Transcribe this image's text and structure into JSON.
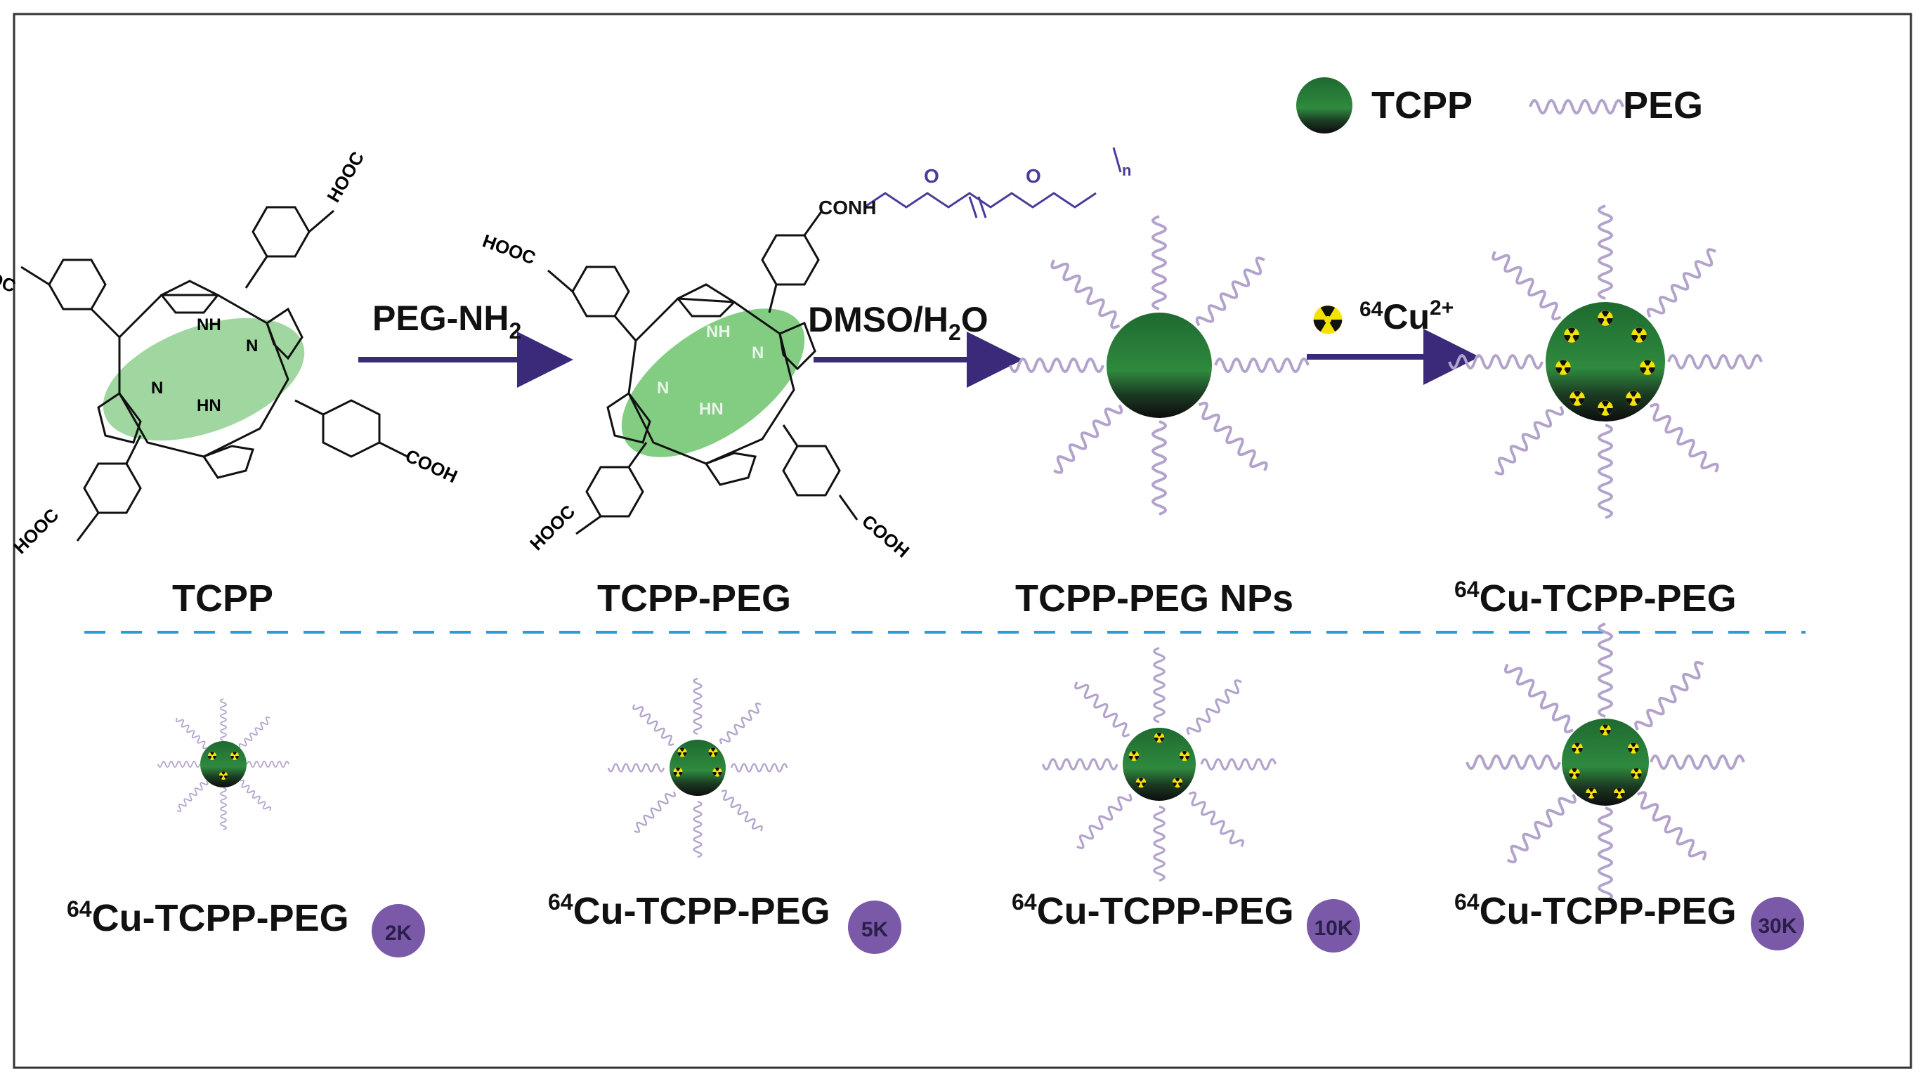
{
  "colors": {
    "frame": "#333333",
    "arrow": "#3b2a7a",
    "peg": "#b3a3cc",
    "tcpp_top": "#2f8a3e",
    "tcpp_bottom": "#111111",
    "porphyrin_highlight": "#8fd08f",
    "badge": "#7a5aa8",
    "dash": "#2a9bd4",
    "chain": "#4a3a9a"
  },
  "legend": {
    "tcpp_label": "TCPP",
    "peg_label": "PEG",
    "tcpp_icon": "green-sphere-icon",
    "peg_icon": "coil-icon"
  },
  "steps": {
    "step1_reagent": {
      "main": "PEG-NH",
      "sub": "2"
    },
    "step2_reagent": {
      "a": "DMSO/H",
      "sub": "2",
      "b": "O"
    },
    "step3_reagent": {
      "sup": "64",
      "main": "Cu",
      "charge": "2+",
      "icon": "radiation-icon"
    }
  },
  "molecules": {
    "tcpp_groups": [
      "HOOC",
      "HOOC",
      "HOOC",
      "COOH"
    ],
    "tcpp_nh": [
      "NH",
      "N",
      "N",
      "HN"
    ],
    "tcpp_peg_groups": [
      "HOOC",
      "HOOC",
      "COOH"
    ],
    "tcpp_peg_conh": "CONH",
    "tcpp_peg_nh": [
      "NH",
      "N",
      "N",
      "HN"
    ],
    "chain_o1": "O",
    "chain_o2": "O",
    "chain_n": "n"
  },
  "top_labels": {
    "tcpp": "TCPP",
    "tcpp_peg": "TCPP-PEG",
    "tcpp_peg_nps": "TCPP-PEG NPs",
    "cu_tcpp_peg": {
      "sup": "64",
      "main": "Cu-TCPP-PEG"
    }
  },
  "bottom_variants": [
    {
      "sup": "64",
      "main": "Cu-TCPP-PEG",
      "badge": "2K"
    },
    {
      "sup": "64",
      "main": "Cu-TCPP-PEG",
      "badge": "5K"
    },
    {
      "sup": "64",
      "main": "Cu-TCPP-PEG",
      "badge": "10K"
    },
    {
      "sup": "64",
      "main": "Cu-TCPP-PEG",
      "badge": "30K"
    }
  ]
}
